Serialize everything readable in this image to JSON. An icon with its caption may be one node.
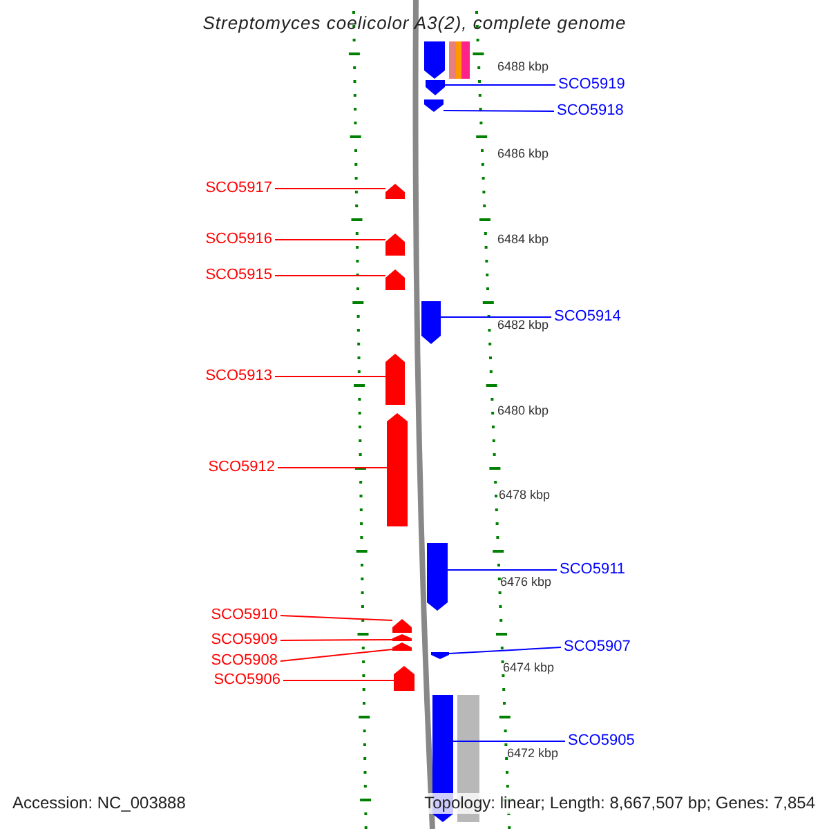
{
  "diagram": {
    "title": "Streptomyces coelicolor A3(2), complete genome",
    "nodes": [
      {
        "text": [
          "SCO5919"
        ]
      },
      {
        "text": [
          "SCO5918"
        ]
      },
      {
        "text": [
          "SCO5917"
        ]
      },
      {
        "text": [
          "SCO5916"
        ]
      },
      {
        "text": [
          "SCO5915"
        ]
      },
      {
        "text": [
          "SCO5914"
        ]
      },
      {
        "text": [
          "SCO5913"
        ]
      },
      {
        "text": [
          "SCO5912"
        ]
      },
      {
        "text": [
          "SCO5911"
        ]
      },
      {
        "text": [
          "SCO5910"
        ]
      },
      {
        "text": [
          "SCO5909"
        ]
      },
      {
        "text": [
          "SCO5908"
        ]
      },
      {
        "text": [
          "SCO5907"
        ]
      },
      {
        "text": [
          "SCO5906"
        ]
      },
      {
        "text": [
          "SCO5905"
        ]
      },
      {
        "text": [],
        "shape": "pentagon"
      },
      {
        "text": [],
        "shape": "box"
      },
      {
        "text": [],
        "shape": "pentagon"
      },
      {
        "text": [],
        "shape": "pentagon"
      },
      {
        "text": [],
        "shape": "pentagon"
      },
      {
        "text": [],
        "shape": "pentagon"
      },
      {
        "text": [],
        "shape": "pentagon"
      },
      {
        "text": [],
        "shape": "pentagon"
      },
      {
        "text": [],
        "shape": "pentagon"
      },
      {
        "text": [],
        "shape": "pentagon"
      },
      {
        "text": [],
        "shape": "pentagon"
      },
      {
        "text": [],
        "shape": "pentagon"
      },
      {
        "text": [],
        "shape": "pentagon"
      },
      {
        "text": [],
        "shape": "pentagon"
      },
      {
        "text": [],
        "shape": "pentagon"
      },
      {
        "text": [],
        "shape": "pentagon"
      },
      {
        "text": [],
        "shape": "pentagon"
      },
      {
        "text": [],
        "shape": "box"
      }
    ],
    "edges": [
      {
        "from": 0,
        "to": 17,
        "arrow": "none",
        "color": "#0000ff"
      },
      {
        "from": 1,
        "to": 18,
        "arrow": "none",
        "color": "#0000ff"
      },
      {
        "from": 2,
        "to": 19,
        "arrow": "none"
      },
      {
        "from": 3,
        "to": 20,
        "arrow": "none"
      },
      {
        "from": 4,
        "to": 21,
        "arrow": "none"
      },
      {
        "from": 5,
        "to": 22,
        "arrow": "none",
        "color": "#0000ff"
      },
      {
        "from": 6,
        "to": 23,
        "arrow": "none"
      },
      {
        "from": 7,
        "to": 24,
        "arrow": "none"
      },
      {
        "from": 8,
        "to": 25,
        "arrow": "none",
        "color": "#0000ff"
      },
      {
        "from": 9,
        "to": 26,
        "arrow": "none"
      },
      {
        "from": 10,
        "to": 27,
        "arrow": "none"
      },
      {
        "from": 11,
        "to": 28,
        "arrow": "none"
      },
      {
        "from": 12,
        "to": 29,
        "arrow": "none",
        "color": "#0000ff"
      },
      {
        "from": 13,
        "to": 30,
        "arrow": "none"
      },
      {
        "from": 14,
        "to": 31,
        "arrow": "none",
        "color": "#0000ff"
      }
    ],
    "labels": [
      "6488 kbp",
      "6486 kbp",
      "6484 kbp",
      "6482 kbp",
      "6480 kbp",
      "6478 kbp",
      "6476 kbp",
      "6474 kbp",
      "6472 kbp",
      "Accession: NC_003888",
      "Topology: linear; Length: 8,667,507 bp; Genes: 7,854"
    ]
  }
}
